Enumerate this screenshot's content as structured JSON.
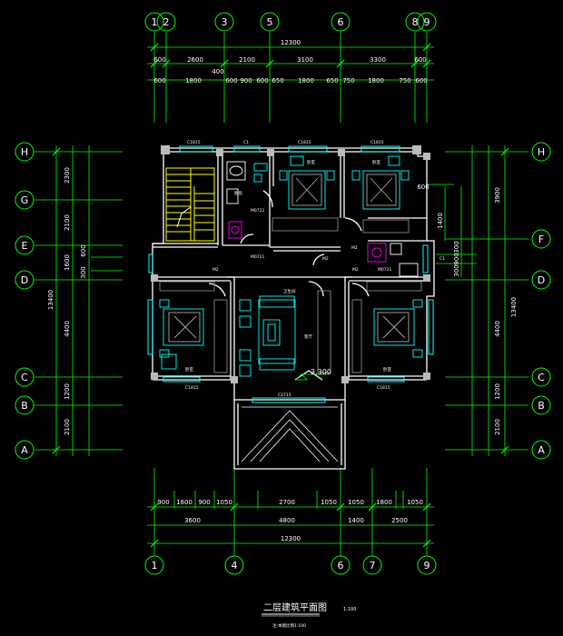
{
  "title": "二层建筑平面图",
  "scale": "1:100",
  "note": "注:本图比例1:100",
  "elevation": "3.300",
  "top_axes": [
    "1",
    "2",
    "3",
    "5",
    "6",
    "8",
    "9"
  ],
  "bottom_axes": [
    "1",
    "4",
    "6",
    "7",
    "9"
  ],
  "left_axes": [
    "H",
    "G",
    "E",
    "D",
    "C",
    "B",
    "A"
  ],
  "right_axes": [
    "H",
    "F",
    "D",
    "C",
    "B",
    "A"
  ],
  "top_total": "12300",
  "top_row1": [
    "600",
    "2600",
    "2100",
    "3100",
    "3300",
    "600"
  ],
  "top_row1_extra": "400",
  "top_row2": [
    "600",
    "1800",
    "600",
    "900",
    "600",
    "650",
    "1800",
    "650",
    "750",
    "1800",
    "750",
    "600"
  ],
  "bottom_row1": [
    "900",
    "1800",
    "900",
    "1050",
    "2700",
    "1050",
    "1050",
    "1800",
    "1050"
  ],
  "bottom_row2": [
    "3600",
    "4800",
    "1400",
    "2500"
  ],
  "bottom_total": "12300",
  "left_total": "13400",
  "left_dims": [
    "2300",
    "2100",
    "1600",
    "4400",
    "1200",
    "2100"
  ],
  "left_small": [
    "600",
    "300"
  ],
  "right_total": "13400",
  "right_dims": [
    "3900",
    "1400",
    "4400",
    "1200",
    "2100"
  ],
  "right_small": [
    "600",
    "300",
    "900",
    "300"
  ],
  "window_labels": [
    "C1815",
    "C1",
    "C1815",
    "C1815",
    "C2715",
    "C1815",
    "C1815",
    "C1"
  ],
  "door_labels": [
    "M0721",
    "M0721",
    "M2",
    "M2",
    "M2",
    "M0721",
    "M2"
  ],
  "room_labels": [
    "卧室",
    "卧室",
    "卧室",
    "卧室",
    "厨房",
    "客厅",
    "卫生间"
  ],
  "colors": {
    "grid": "#00ff00",
    "wall": "#ffffff",
    "furniture": "#00ffff",
    "stair": "#ffff00",
    "accent": "#ff00ff"
  }
}
